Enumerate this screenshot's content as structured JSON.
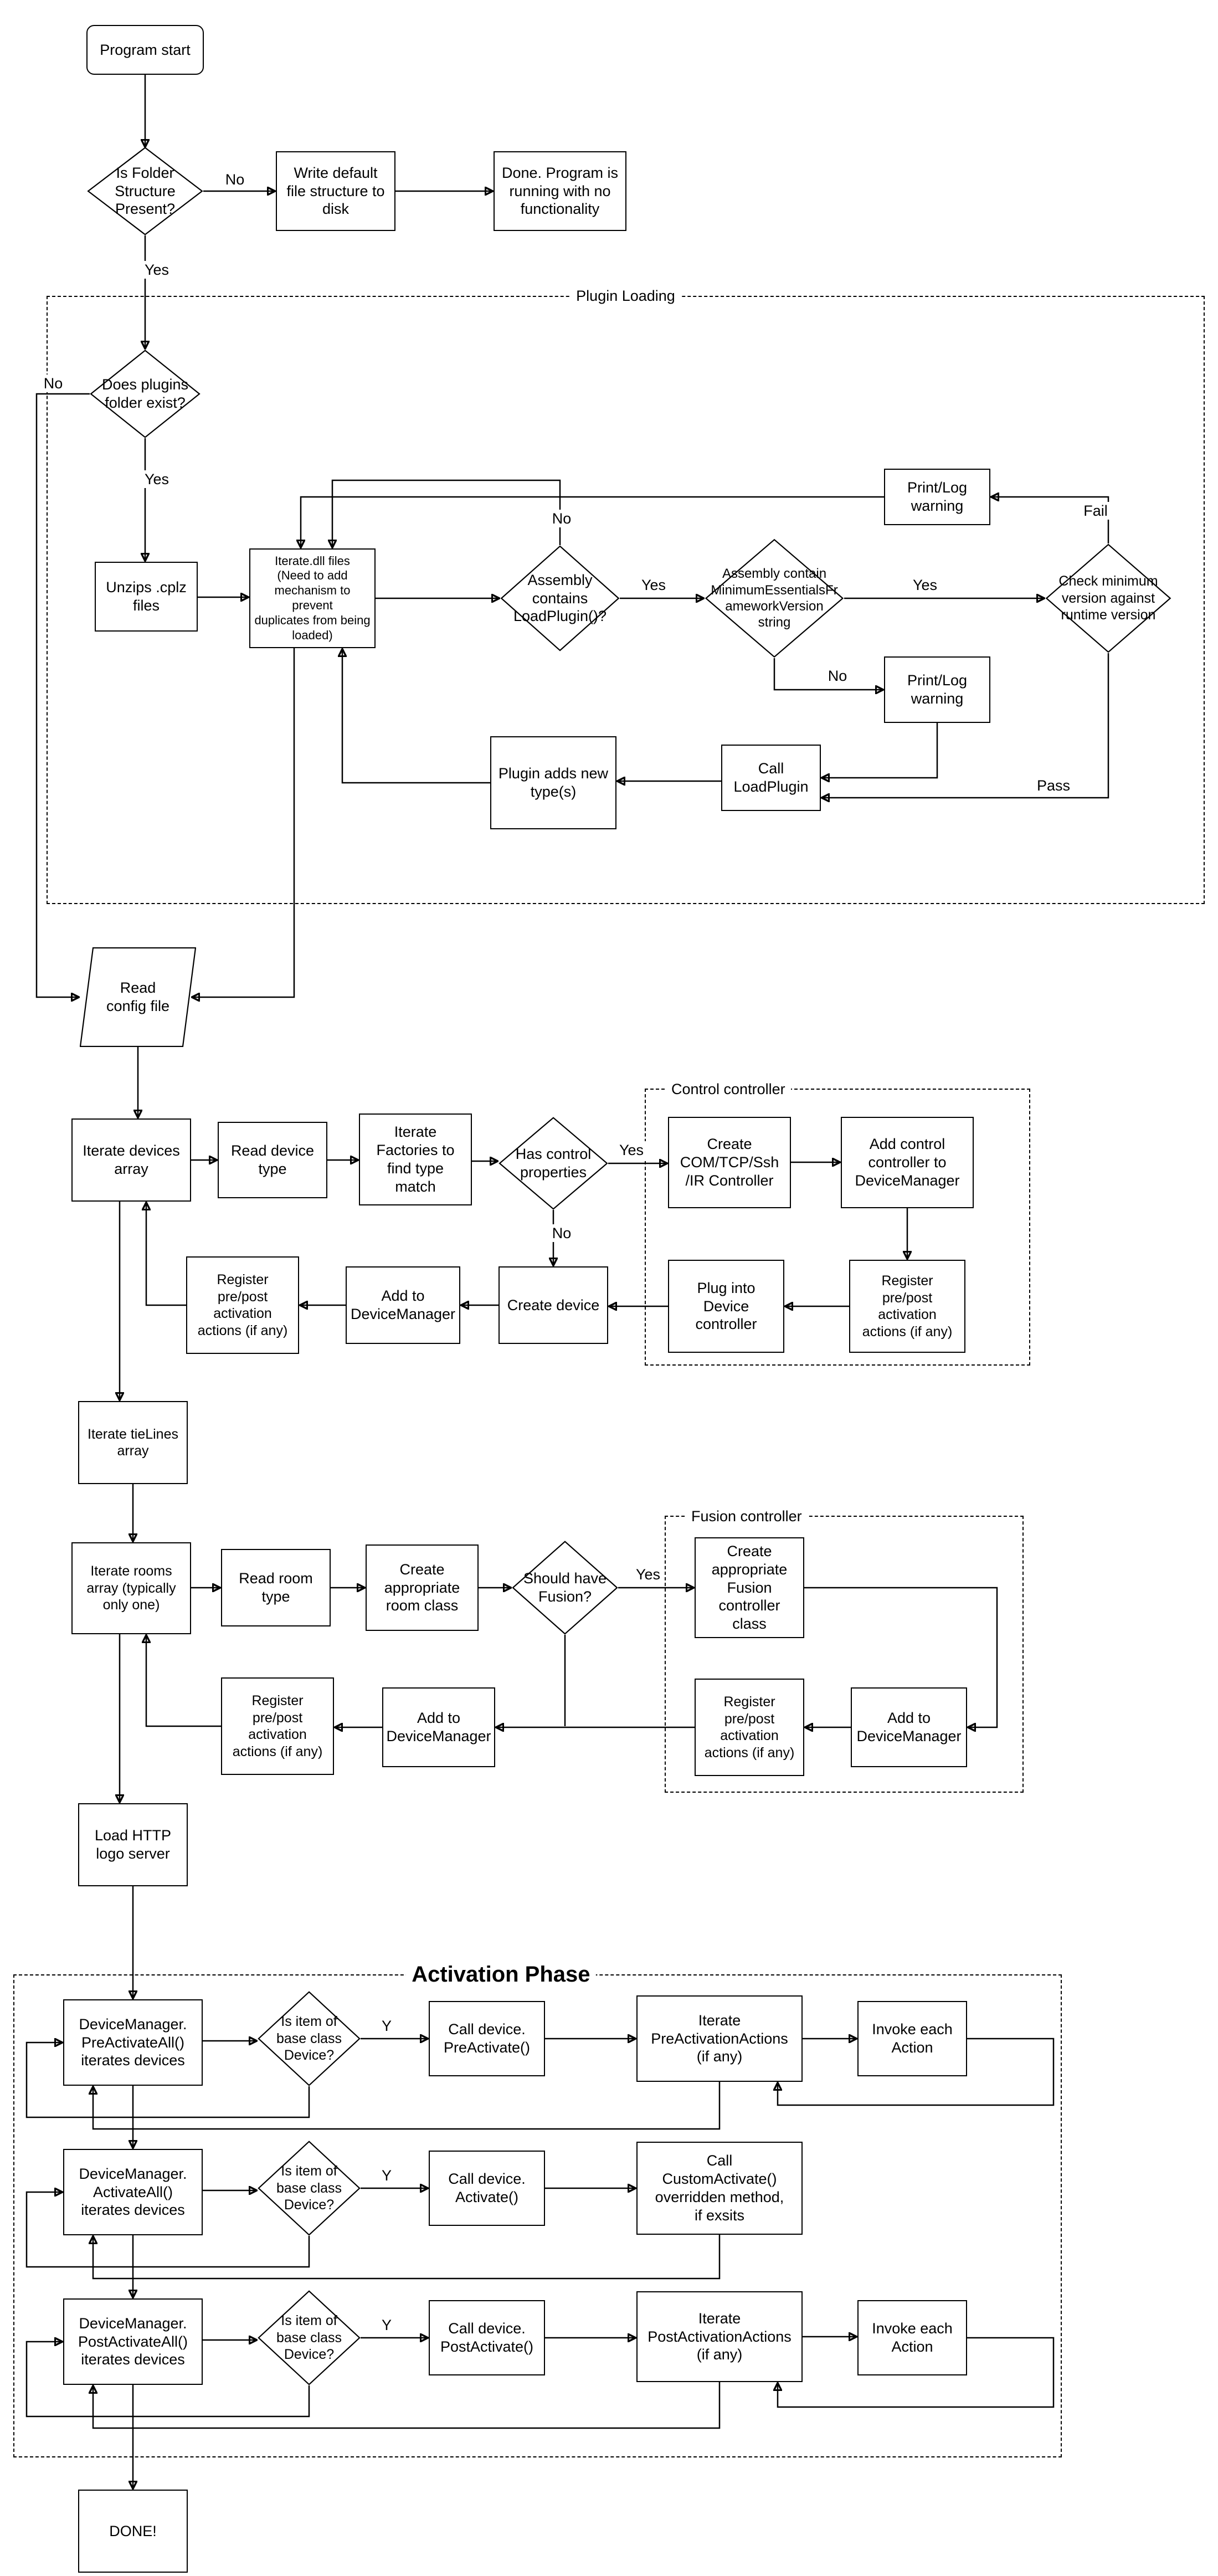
{
  "diagram": {
    "groups": {
      "plugin_loading": "Plugin Loading",
      "control_controller": "Control controller",
      "fusion_controller": "Fusion controller",
      "activation_phase": "Activation Phase"
    },
    "nodes": {
      "program_start": "Program start",
      "is_folder_present": "Is Folder\nStructure\nPresent?",
      "write_default": "Write default\nfile structure to\ndisk",
      "done_no_functionality": "Done.  Program is\nrunning with no\nfunctionality",
      "plugins_folder_exists": "Does plugins\nfolder exist?",
      "unzip_cplz": "Unzips .cplz\nfiles",
      "iterate_dll": "Iterate.dll files\n(Need to add\nmechanism to prevent\nduplicates from being\nloaded)",
      "assembly_loadplugin": "Assembly\ncontains\nLoadPlugin()?",
      "assembly_minversion": "Assembly contain\nMinimumEssentialsFr\nameworkVersion\nstring",
      "check_min_version": "Check minimum\nversion against\nruntime version",
      "print_log_warning": "Print/Log\nwarning",
      "call_loadplugin": "Call\nLoadPlugin",
      "plugin_adds_types": "Plugin adds new\ntype(s)",
      "read_config": "Read\nconfig file",
      "iterate_devices": "Iterate devices\narray",
      "read_device_type": "Read device\ntype",
      "iterate_factories": "Iterate\nFactories to\nfind type\nmatch",
      "has_control_props": "Has control\nproperties",
      "create_controller": "Create\nCOM/TCP/Ssh\n/IR Controller",
      "add_control_dm": "Add control\ncontroller to\nDeviceManager",
      "register_actions": "Register\npre/post\nactivation\nactions (if any)",
      "plug_into_device": "Plug into\nDevice\ncontroller",
      "create_device": "Create device",
      "add_to_dm": "Add to\nDeviceManager",
      "iterate_tielines": "Iterate tieLines\narray",
      "iterate_rooms": "Iterate rooms\narray (typically\nonly one)",
      "read_room_type": "Read room\ntype",
      "create_room_class": "Create\nappropriate\nroom class",
      "should_have_fusion": "Should have\nFusion?",
      "create_fusion": "Create\nappropriate\nFusion\ncontroller\nclass",
      "load_http": "Load HTTP\nlogo server",
      "preactivate_all": "DeviceManager.\nPreActivateAll()\niterates devices",
      "is_base_device": "Is item of\nbase class\nDevice?",
      "call_preactivate": "Call device.\nPreActivate()",
      "iterate_preactions": "Iterate\nPreActivationActions\n(if any)",
      "invoke_each": "Invoke each\nAction",
      "activate_all": "DeviceManager.\nActivateAll()\niterates devices",
      "call_activate": "Call device.\nActivate()",
      "call_custom_activate": "Call\nCustomActivate()\noverridden method,\nif exsits",
      "postactivate_all": "DeviceManager.\nPostActivateAll()\niterates devices",
      "call_postactivate": "Call device.\nPostActivate()",
      "iterate_postactions": "Iterate\nPostActivationActions\n(if any)",
      "done": "DONE!"
    },
    "labels": {
      "yes": "Yes",
      "no": "No",
      "fail": "Fail",
      "pass": "Pass",
      "y": "Y"
    }
  }
}
